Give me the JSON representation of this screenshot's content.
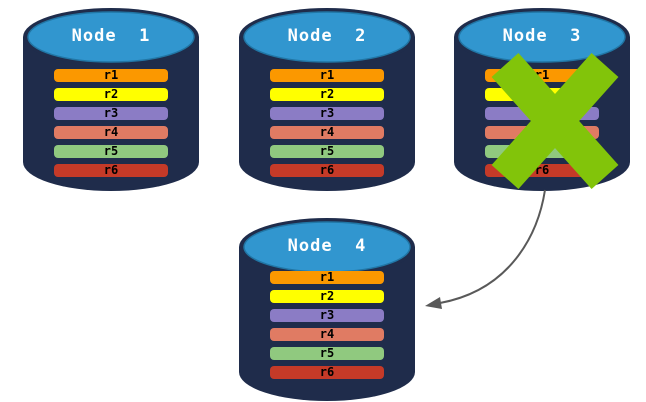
{
  "diagram": {
    "background": "#FFFFFF",
    "colors": {
      "cylinder_body": "#1F2C4B",
      "cylinder_top": "#3196CF",
      "cylinder_top_stroke": "#2176A5",
      "title_text": "#FFFFFF",
      "row_text": "#000000",
      "cross": "#82C40A",
      "arrow": "#595959"
    },
    "rows": [
      {
        "label": "r1",
        "color": "#FB9800"
      },
      {
        "label": "r2",
        "color": "#FFFF00"
      },
      {
        "label": "r3",
        "color": "#8B7CC5"
      },
      {
        "label": "r4",
        "color": "#E07B63"
      },
      {
        "label": "r5",
        "color": "#90C97F"
      },
      {
        "label": "r6",
        "color": "#C53A28"
      }
    ],
    "nodes": [
      {
        "title": "Node  1",
        "failed": false
      },
      {
        "title": "Node  2",
        "failed": false
      },
      {
        "title": "Node  3",
        "failed": true
      },
      {
        "title": "Node  4",
        "failed": false
      }
    ]
  }
}
